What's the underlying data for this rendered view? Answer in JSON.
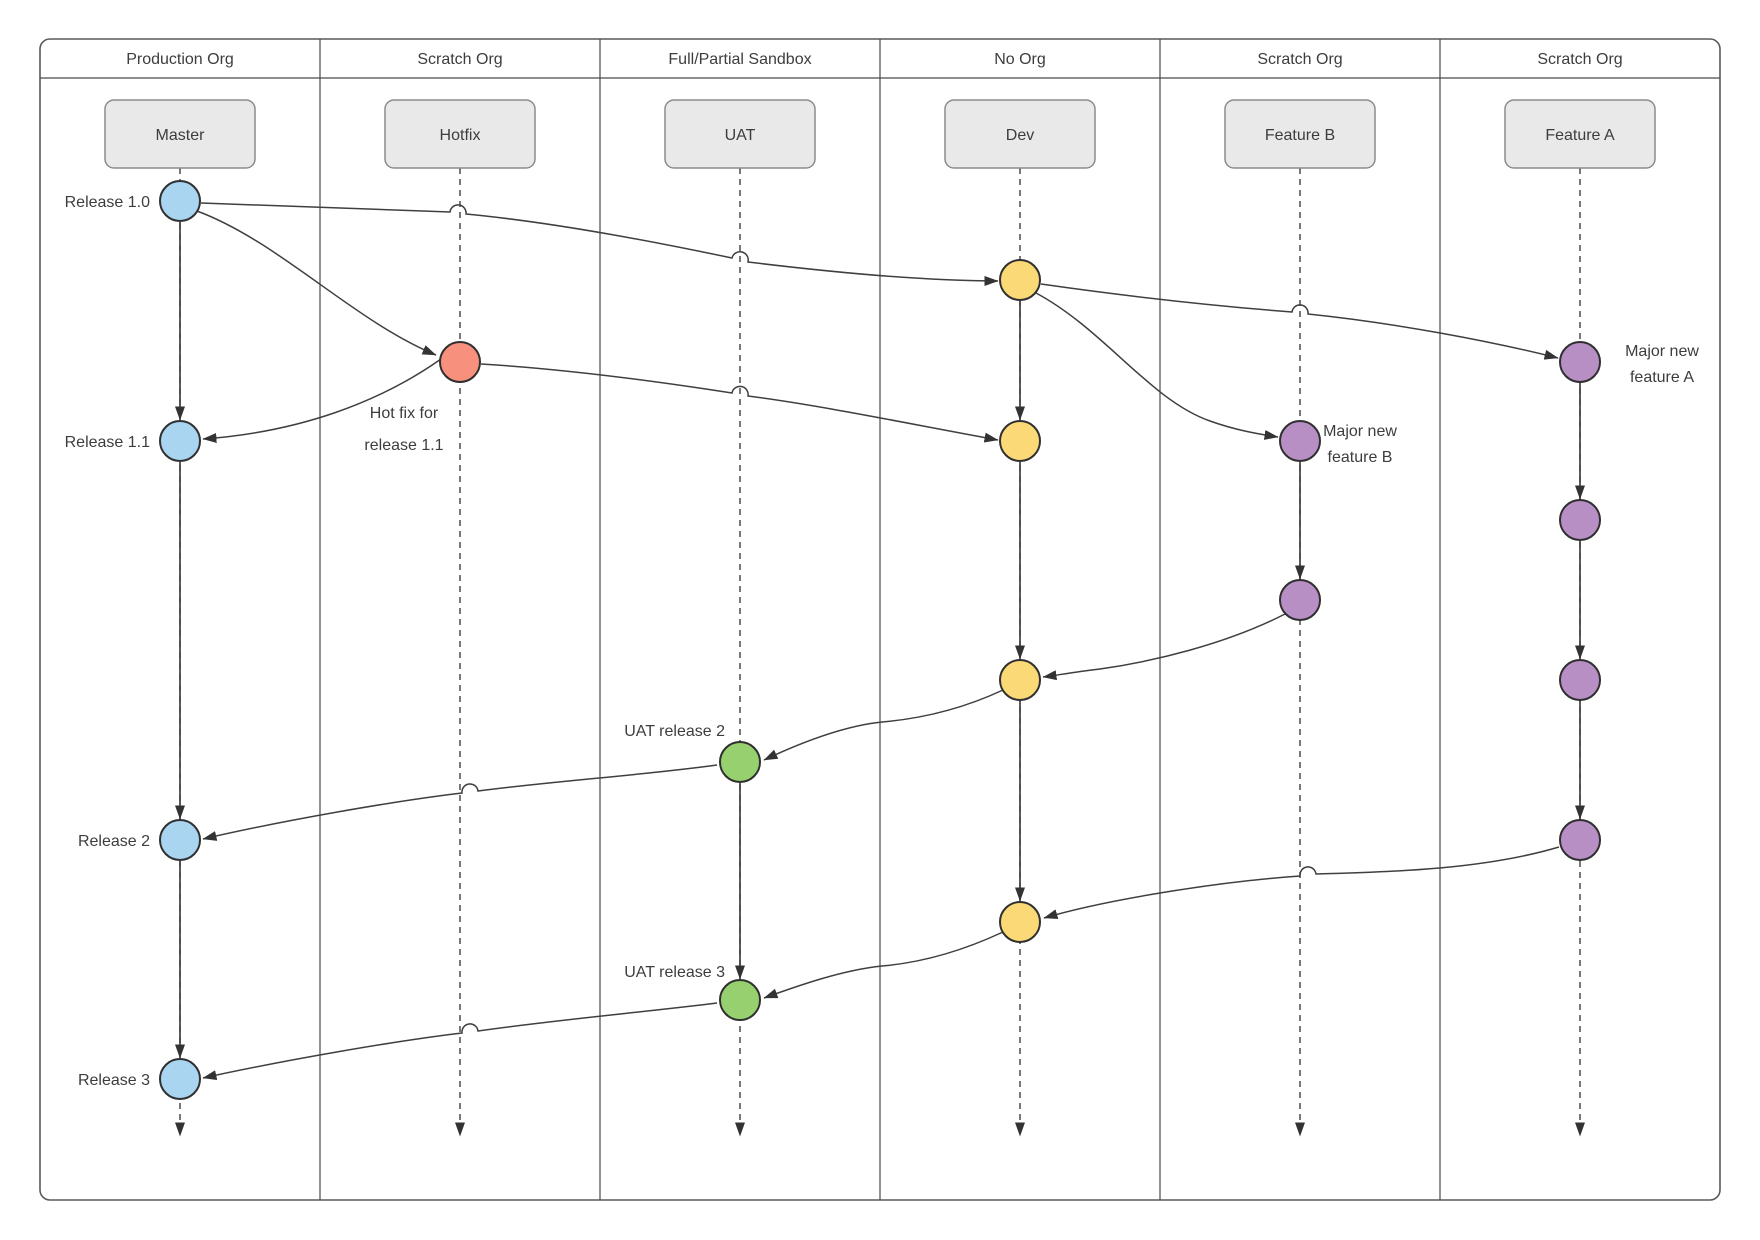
{
  "diagram": {
    "columns": [
      {
        "org": "Production Org",
        "branch": "Master"
      },
      {
        "org": "Scratch Org",
        "branch": "Hotfix"
      },
      {
        "org": "Full/Partial Sandbox",
        "branch": "UAT"
      },
      {
        "org": "No Org",
        "branch": "Dev"
      },
      {
        "org": "Scratch Org",
        "branch": "Feature B"
      },
      {
        "org": "Scratch Org",
        "branch": "Feature A"
      }
    ],
    "labels": {
      "release10": "Release 1.0",
      "release11": "Release 1.1",
      "release2": "Release 2",
      "release3": "Release 3",
      "hotfix_line1": "Hot fix for",
      "hotfix_line2": "release 1.1",
      "uat2": "UAT release 2",
      "uat3": "UAT release 3",
      "featB_line1": "Major new",
      "featB_line2": "feature B",
      "featA_line1": "Major new",
      "featA_line2": "feature A"
    },
    "colors": {
      "master": "#a9d5f0",
      "hotfix": "#f8907e",
      "uat": "#97d06e",
      "dev": "#fbd976",
      "feature": "#b78fc5",
      "box_fill": "#e9e9e9",
      "node_border": "#2f2f2f",
      "line": "#3f3f3f"
    }
  }
}
